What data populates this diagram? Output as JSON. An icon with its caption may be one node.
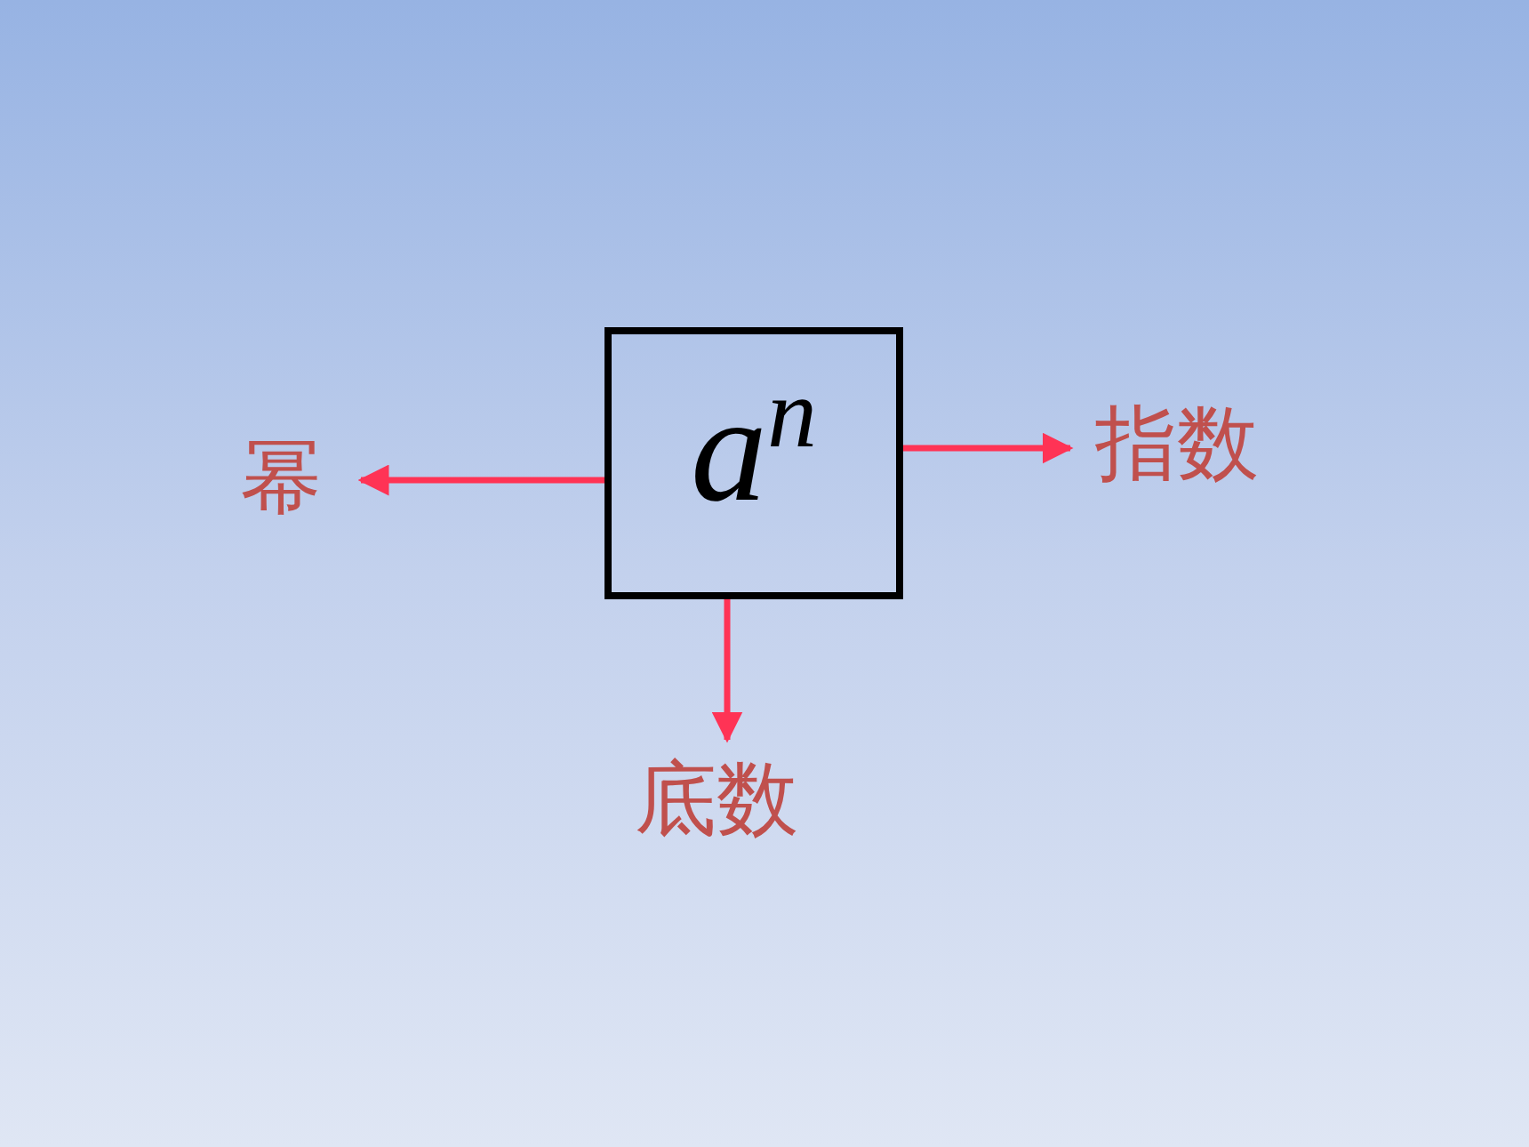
{
  "diagram": {
    "nodes": [
      {
        "text": [
          "a$^{n}$"
        ]
      },
      {
        "text": [
          "幂"
        ]
      },
      {
        "text": [
          "指数"
        ]
      },
      {
        "text": [
          "底数"
        ]
      }
    ],
    "edges": [
      {
        "from": 0,
        "to": 1,
        "arrow": "to"
      },
      {
        "from": 0,
        "to": 2,
        "arrow": "to"
      },
      {
        "from": 0,
        "to": 3,
        "arrow": "to"
      }
    ]
  }
}
